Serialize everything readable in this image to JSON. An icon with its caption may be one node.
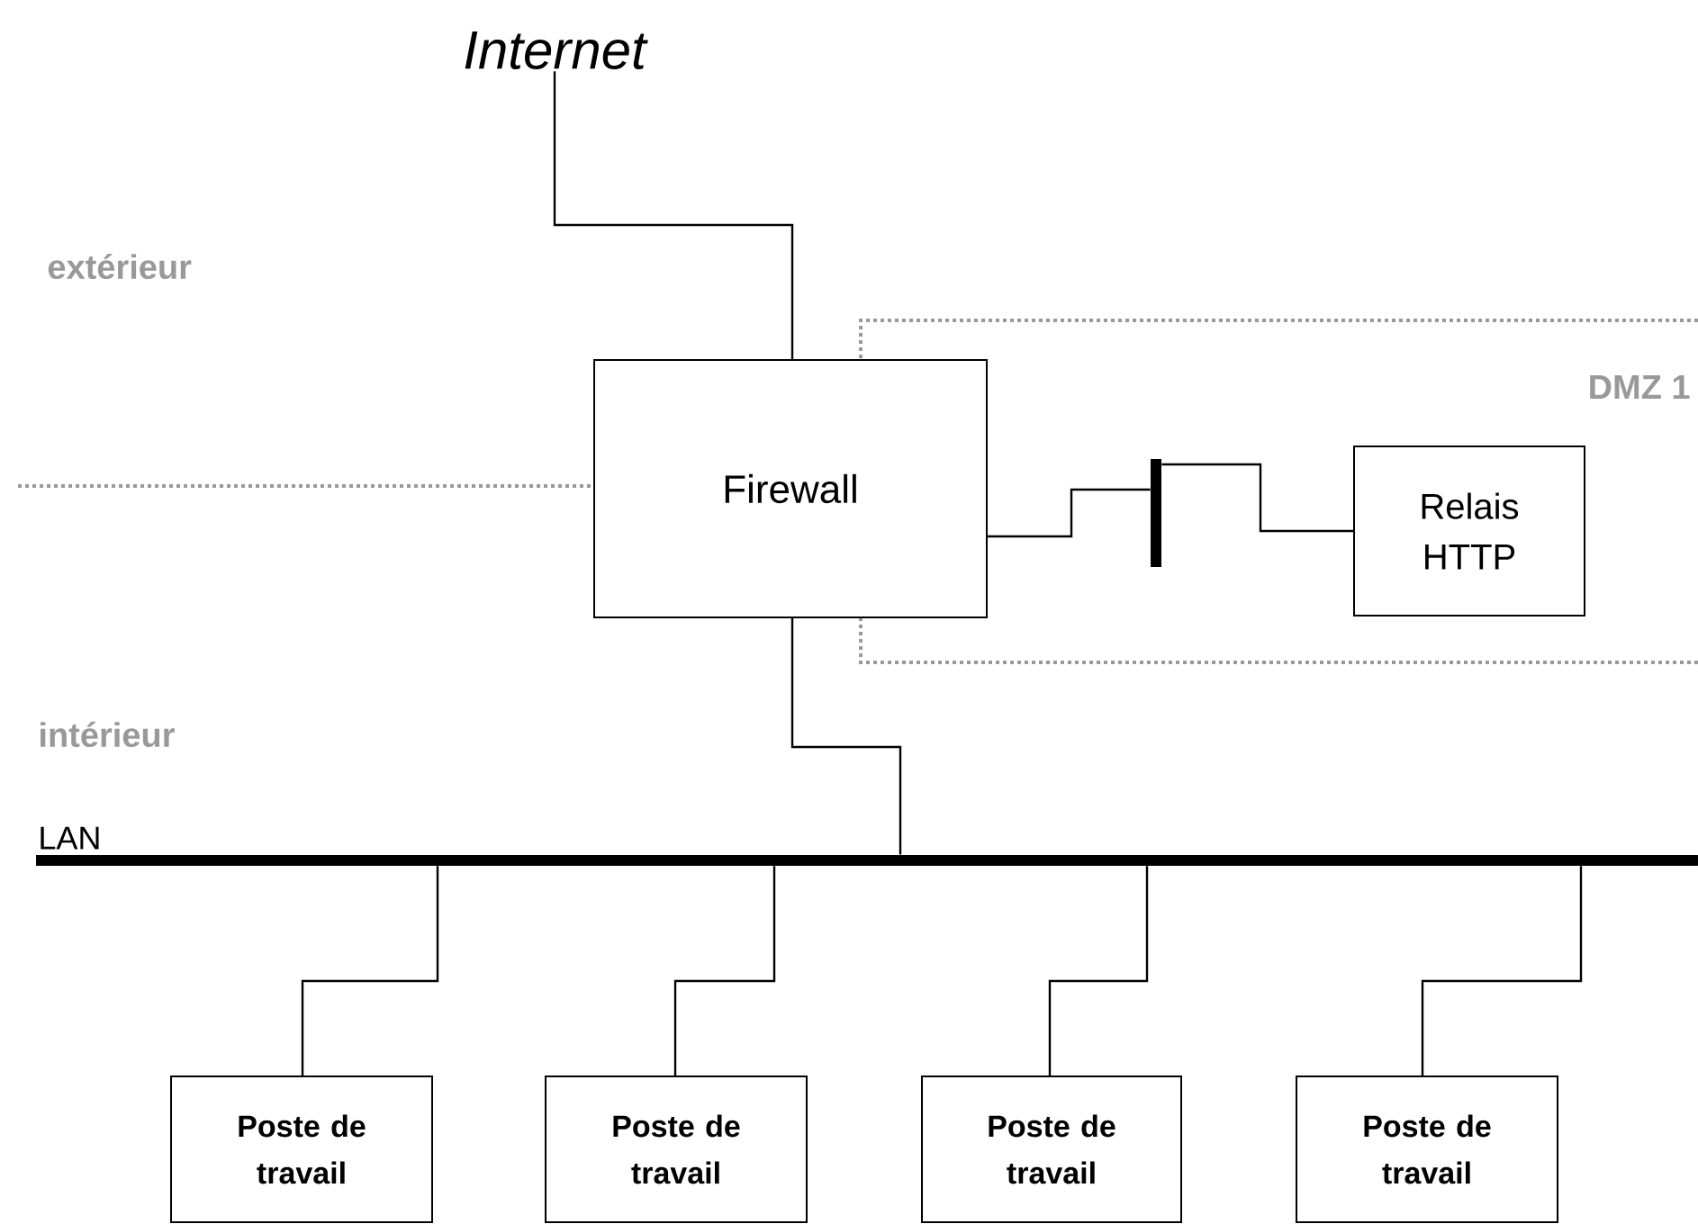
{
  "diagram": {
    "nodes": [
      {
        "text": [
          "Internet"
        ]
      },
      {
        "text": [
          "Firewall"
        ]
      },
      {
        "text": [],
        "shape": "bar"
      },
      {
        "text": [
          "Relais HTTP"
        ]
      },
      {
        "text": [
          "LAN"
        ]
      },
      {
        "text": [
          "Poste de travail"
        ]
      },
      {
        "text": [
          "Poste de travail"
        ]
      },
      {
        "text": [
          "Poste de travail"
        ]
      },
      {
        "text": [
          "Poste de travail"
        ]
      }
    ],
    "edges": [
      {
        "from": 0,
        "to": 1,
        "arrow": "none"
      },
      {
        "from": 1,
        "to": 2,
        "arrow": "none"
      },
      {
        "from": 2,
        "to": 3,
        "arrow": "none"
      },
      {
        "from": 1,
        "to": 4,
        "arrow": "none"
      },
      {
        "from": 4,
        "to": 5,
        "arrow": "none"
      },
      {
        "from": 4,
        "to": 6,
        "arrow": "none"
      },
      {
        "from": 4,
        "to": 7,
        "arrow": "none"
      },
      {
        "from": 4,
        "to": 8,
        "arrow": "none"
      }
    ],
    "labels": [
      "extérieur",
      "DMZ 1",
      "intérieur"
    ]
  }
}
